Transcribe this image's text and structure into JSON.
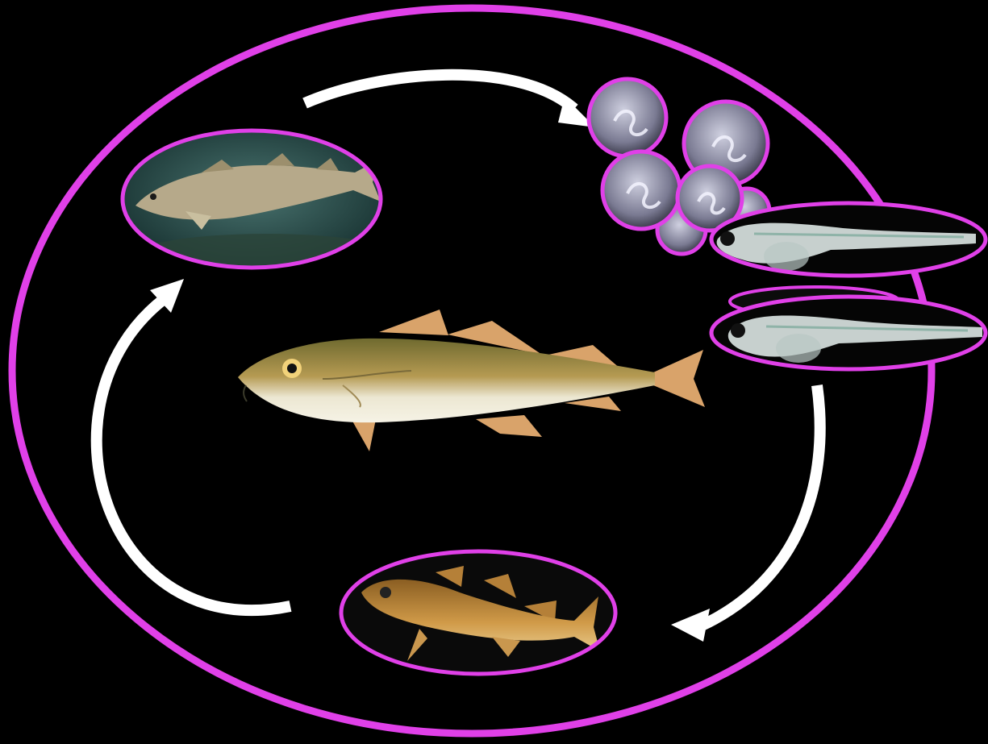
{
  "diagram": {
    "stages": [
      {
        "id": "adult-habitat",
        "icon": "adult-cod-in-water"
      },
      {
        "id": "eggs",
        "icon": "fish-egg-cluster"
      },
      {
        "id": "larvae",
        "icon": "fish-larva"
      },
      {
        "id": "juvenile",
        "icon": "juvenile-cod"
      },
      {
        "id": "center-adult",
        "icon": "atlantic-cod-illustration"
      }
    ],
    "colors": {
      "background": "#000000",
      "ring": "#e040e8",
      "arrow": "#ffffff",
      "water_dark": "#1f3b3a",
      "water_light": "#3f6460",
      "egg_fill": "#8f8fa6",
      "larva_body": "#d8e2df",
      "cod_body": "#a88a47",
      "cod_belly": "#f0eddc",
      "cod_fin": "#d9a36a",
      "juvenile_body": "#c08a3a"
    }
  }
}
